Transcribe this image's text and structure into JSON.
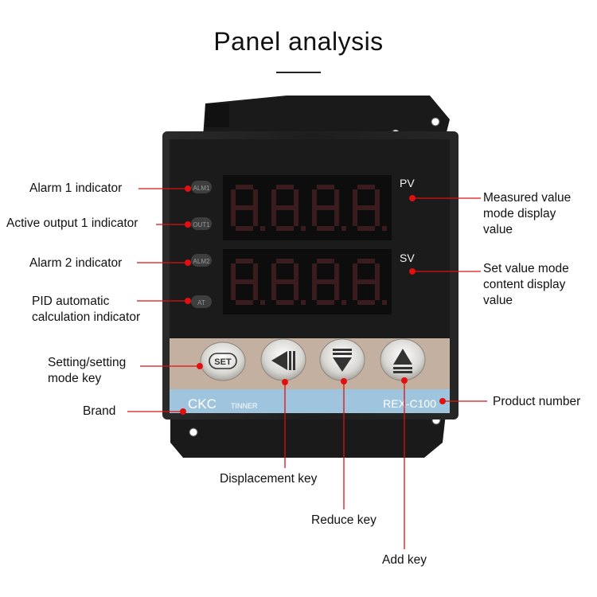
{
  "title": "Panel analysis",
  "device": {
    "indicators": [
      "ALM1",
      "OUT1",
      "ALM2",
      "AT"
    ],
    "display_labels": {
      "pv": "PV",
      "sv": "SV"
    },
    "pv_digits": "8.8.8.8.",
    "sv_digits": "8.8.8.8.",
    "set_key_label": "SET",
    "brand": "CKC",
    "brand_sub": "TINNER",
    "model": "REX-C100"
  },
  "labels": {
    "alarm1": "Alarm 1 indicator",
    "out1": "Active output 1 indicator",
    "alarm2": "Alarm 2 indicator",
    "pid": "PID automatic\ncalculation indicator",
    "set_key": "Setting/setting\nmode key",
    "brand": "Brand",
    "pv": "Measured value\nmode display\nvalue",
    "sv": "Set value mode\ncontent display\nvalue",
    "product_number": "Product number",
    "displacement": "Displacement key",
    "reduce": "Reduce key",
    "add": "Add key"
  },
  "colors": {
    "marker": "#e01010",
    "bezel": "#1b1b1b",
    "led_off": "#3a1b1e",
    "keypad": "#c4b0a1",
    "brand_strip": "#9fc4dd"
  }
}
